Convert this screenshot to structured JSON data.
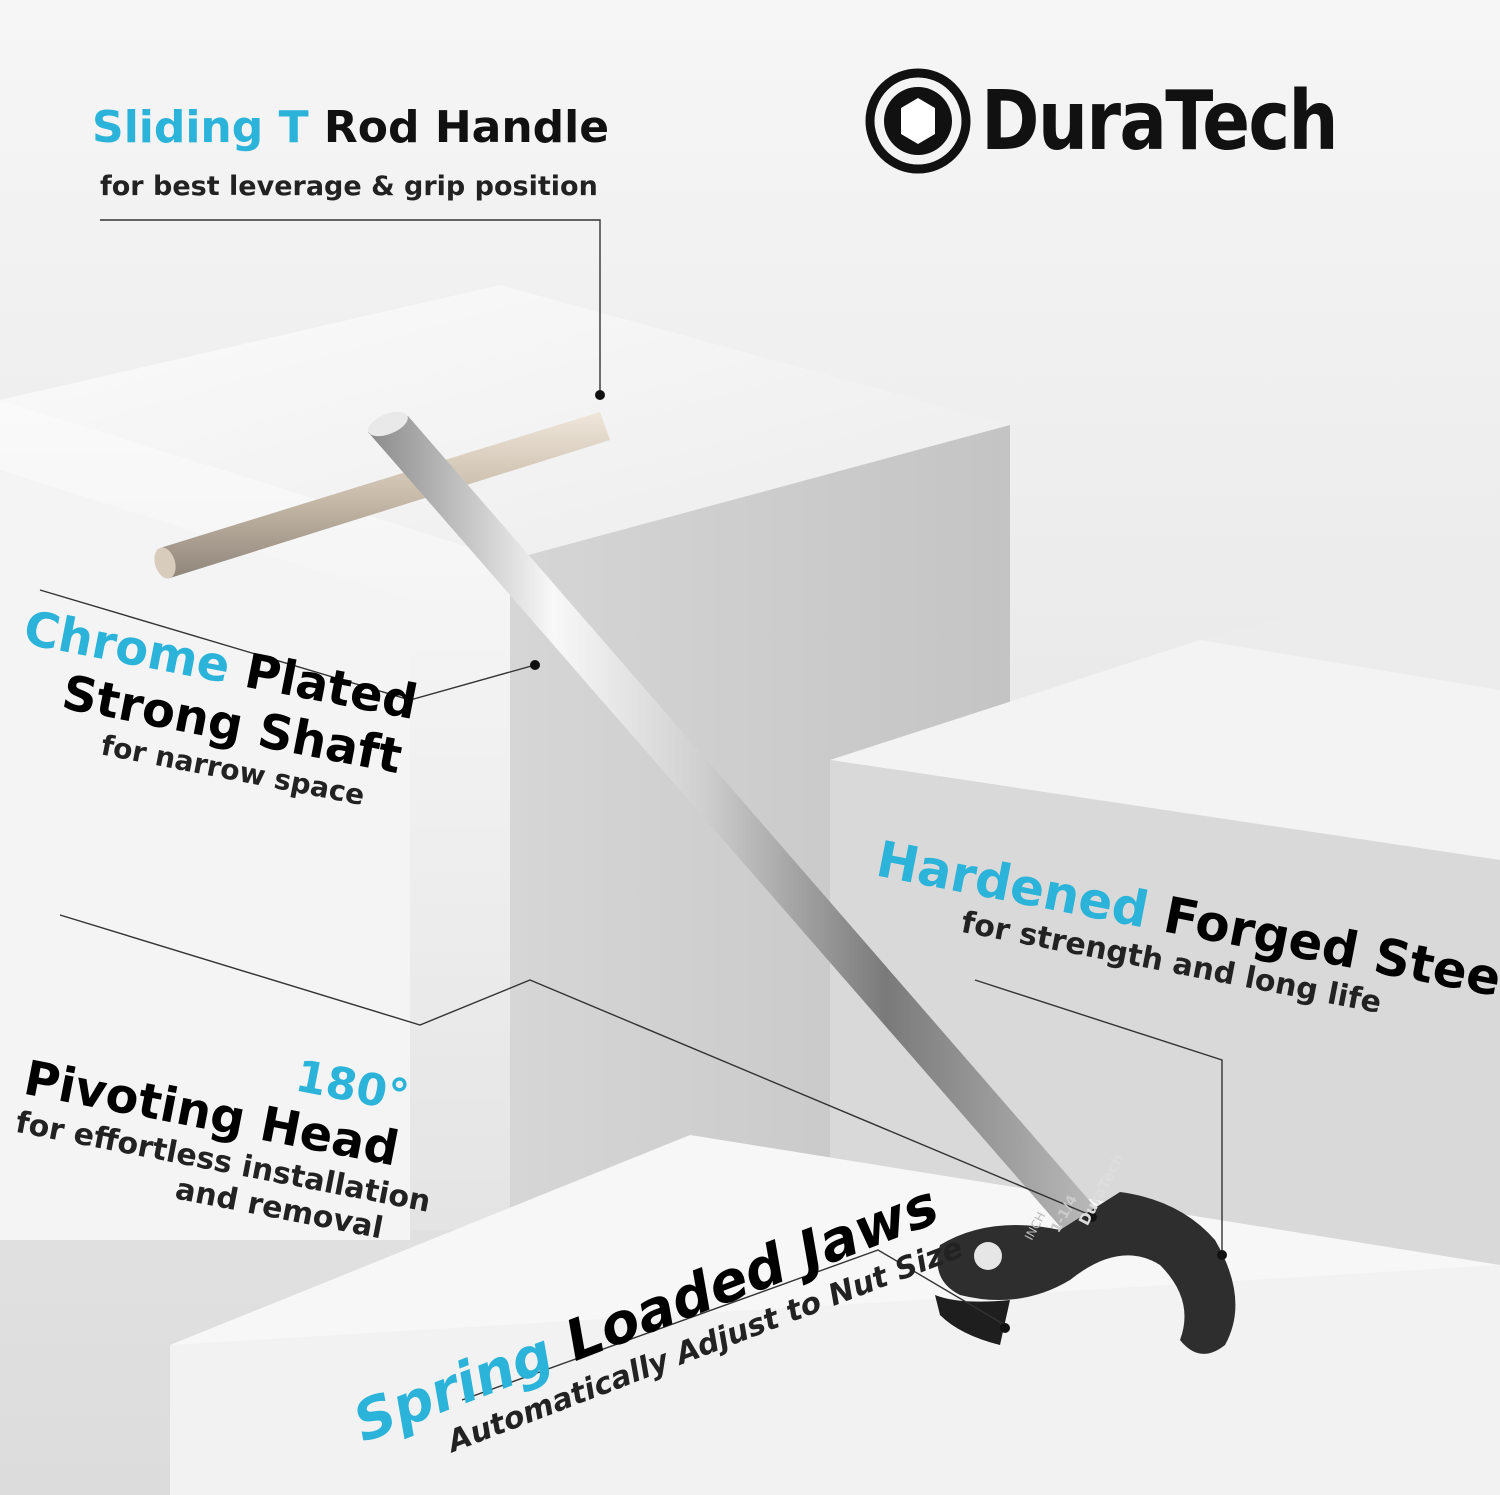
{
  "brand": {
    "name": "DuraTech",
    "head_marking": "DuraTech",
    "size_marking": "1-1/4",
    "unit_marking": "INCH"
  },
  "features": {
    "handle": {
      "accent": "Sliding T",
      "rest": " Rod Handle",
      "sub": "for best leverage & grip position"
    },
    "shaft": {
      "accent": "Chrome",
      "rest": " Plated",
      "line2": "Strong Shaft",
      "sub": "for narrow space"
    },
    "head": {
      "degree": "180°",
      "title": "Pivoting Head",
      "sub1": "for effortless installation",
      "sub2": "and removal"
    },
    "steel": {
      "accent": "Hardened",
      "rest": " Forged Steel",
      "sub": "for strength and long life"
    },
    "jaws": {
      "accent": "Spring",
      "rest": " Loaded Jaws",
      "sub": "Automatically Adjust to Nut Size"
    }
  },
  "colors": {
    "accent": "#2bb3d9",
    "text": "#111111",
    "background": "#e6e6e6"
  }
}
